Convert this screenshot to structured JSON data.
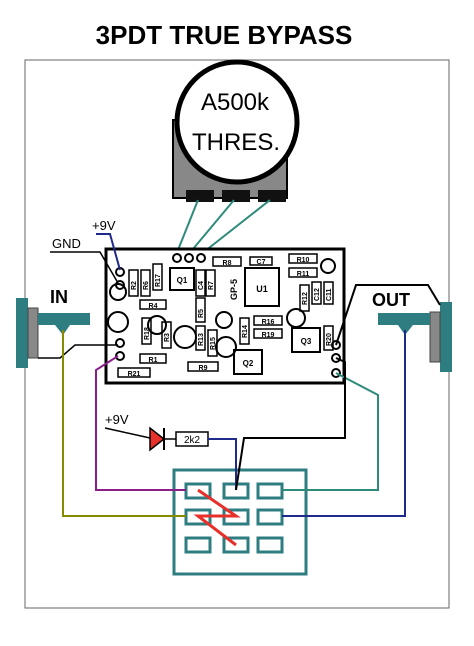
{
  "title": "3PDT TRUE BYPASS",
  "pot": {
    "value": "A500k",
    "label": "THRES."
  },
  "power_labels": {
    "pcb": "+9V",
    "led": "+9V"
  },
  "ground_label": "GND",
  "jacks": {
    "input": "IN",
    "output": "OUT"
  },
  "board_label": "GP-5",
  "ic_label": "U1",
  "resistor_label": "2k2",
  "components": {
    "R1": "R1",
    "R2": "R2",
    "R3": "R3",
    "R4": "R4",
    "R5": "R5",
    "R6": "R6",
    "R7": "R7",
    "R8": "R8",
    "R9": "R9",
    "R10": "R10",
    "R11": "R11",
    "R12": "R12",
    "R13": "R13",
    "R14": "R14",
    "R15": "R15",
    "R16": "R16",
    "R17": "R17",
    "R18": "R18",
    "R19": "R19",
    "R20": "R20",
    "R21": "R21",
    "Q1": "Q1",
    "Q2": "Q2",
    "Q3": "Q3",
    "C4": "C4",
    "C7": "C7",
    "C11": "C11",
    "C12": "C12"
  },
  "colors": {
    "pcb": "#000000",
    "jack": "#2e7d80",
    "power_wire": "#1f2a8a",
    "pot_wire": "#2e8b7a",
    "input_wire": "#8a8a00",
    "output_wire": "#1f2a8a",
    "led_wire": "#8a1f8a",
    "switch": "#2e7d80",
    "switch_link": "#e8302a",
    "led": "#e8302a"
  }
}
